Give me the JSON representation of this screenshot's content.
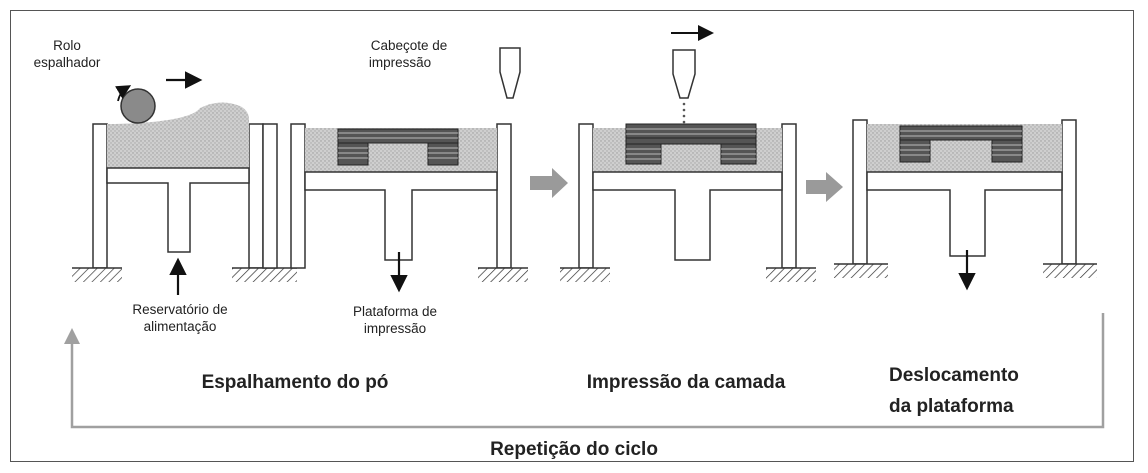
{
  "labels": {
    "roller_line1": "Rolo",
    "roller_line2": "espalhador",
    "print_head_line1": "Cabeçote de",
    "print_head_line2": "impressão",
    "reservoir_line1": "Reservatório de",
    "reservoir_line2": "alimentação",
    "platform_line1": "Plataforma de",
    "platform_line2": "impressão"
  },
  "stages": {
    "spreading": "Espalhamento do pó",
    "printing": "Impressão da camada",
    "displacement_line1": "Deslocamento",
    "displacement_line2": "da plataforma"
  },
  "cycle": {
    "label": "Repetição do ciclo"
  },
  "colors": {
    "powder": "#c9c9c9",
    "outline": "#333333",
    "process_arrow": "#9a9a9a",
    "cycle_line": "#a0a0a0"
  }
}
